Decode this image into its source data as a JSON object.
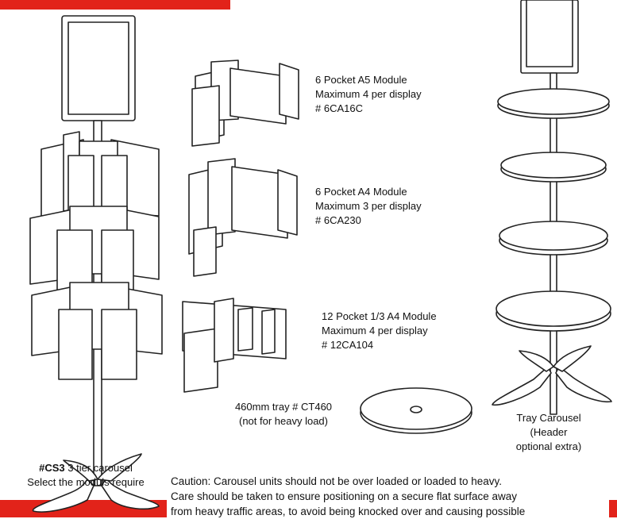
{
  "modules": [
    {
      "line1": "6 Pocket  A5 Module",
      "line2": "Maximum 4 per display",
      "code": "# 6CA16C"
    },
    {
      "line1": "6 Pocket  A4 Module",
      "line2": "Maximum 3 per display",
      "code": "# 6CA230"
    },
    {
      "line1": "12 Pocket  1/3 A4 Module",
      "line2": "Maximum 4 per display",
      "code": "# 12CA104"
    }
  ],
  "tray": {
    "line1": "460mm tray # CT460",
    "line2": "(not for heavy load)"
  },
  "tray_carousel": {
    "line1": "Tray Carousel",
    "line2": "(Header",
    "line3": "optional extra)"
  },
  "cs3": {
    "code": "#CS3",
    "rest": " 3 tier carousel",
    "line2": "Select the moduls require"
  },
  "caution": {
    "line1": "Caution: Carousel units should not be over loaded or loaded to heavy.",
    "line2": "Care should be taken to ensure positioning on a secure flat surface away",
    "line3": "from heavy traffic areas, to avoid being knocked over and causing possible"
  }
}
